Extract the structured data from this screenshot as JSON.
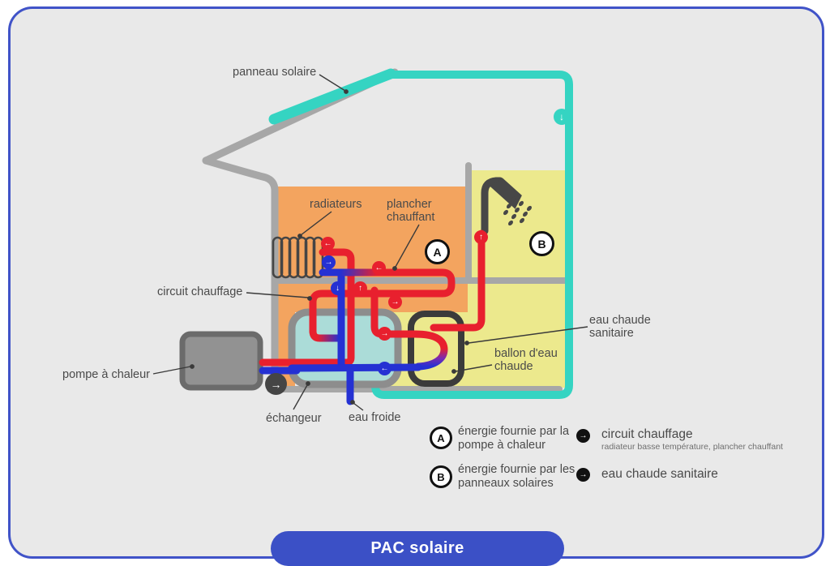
{
  "card": {
    "title": "PAC solaire"
  },
  "diagram": {
    "labels": {
      "panneau_solaire": "panneau solaire",
      "radiateurs": "radiateurs",
      "plancher_chauffant": "plancher chauffant",
      "circuit_chauffage": "circuit chauffage",
      "pompe_a_chaleur": "pompe à chaleur",
      "echangeur": "échangeur",
      "eau_froide": "eau froide",
      "eau_chaude_sanitaire": "eau chaude sanitaire",
      "ballon_eau_chaude": "ballon d'eau chaude"
    },
    "markers": {
      "a": "A",
      "b": "B"
    },
    "icons": {
      "arrow_up": "↑",
      "arrow_down": "↓",
      "arrow_left": "←",
      "arrow_right": "→"
    }
  },
  "legend": {
    "items": [
      {
        "marker": "A",
        "text": "énergie fournie par la pompe à chaleur"
      },
      {
        "marker": "B",
        "text": "énergie fournie par les panneaux solaires"
      }
    ],
    "flows": [
      {
        "label": "circuit chauffage",
        "sub": "radiateur basse température, plancher chauffant"
      },
      {
        "label": "eau chaude sanitaire",
        "sub": ""
      }
    ]
  },
  "colors": {
    "accent_blue": "#4053c8",
    "teal": "#35d4c2",
    "orange": "#f3a45f",
    "yellow": "#ece98d",
    "red": "#e8202e",
    "blue": "#2531d3"
  }
}
